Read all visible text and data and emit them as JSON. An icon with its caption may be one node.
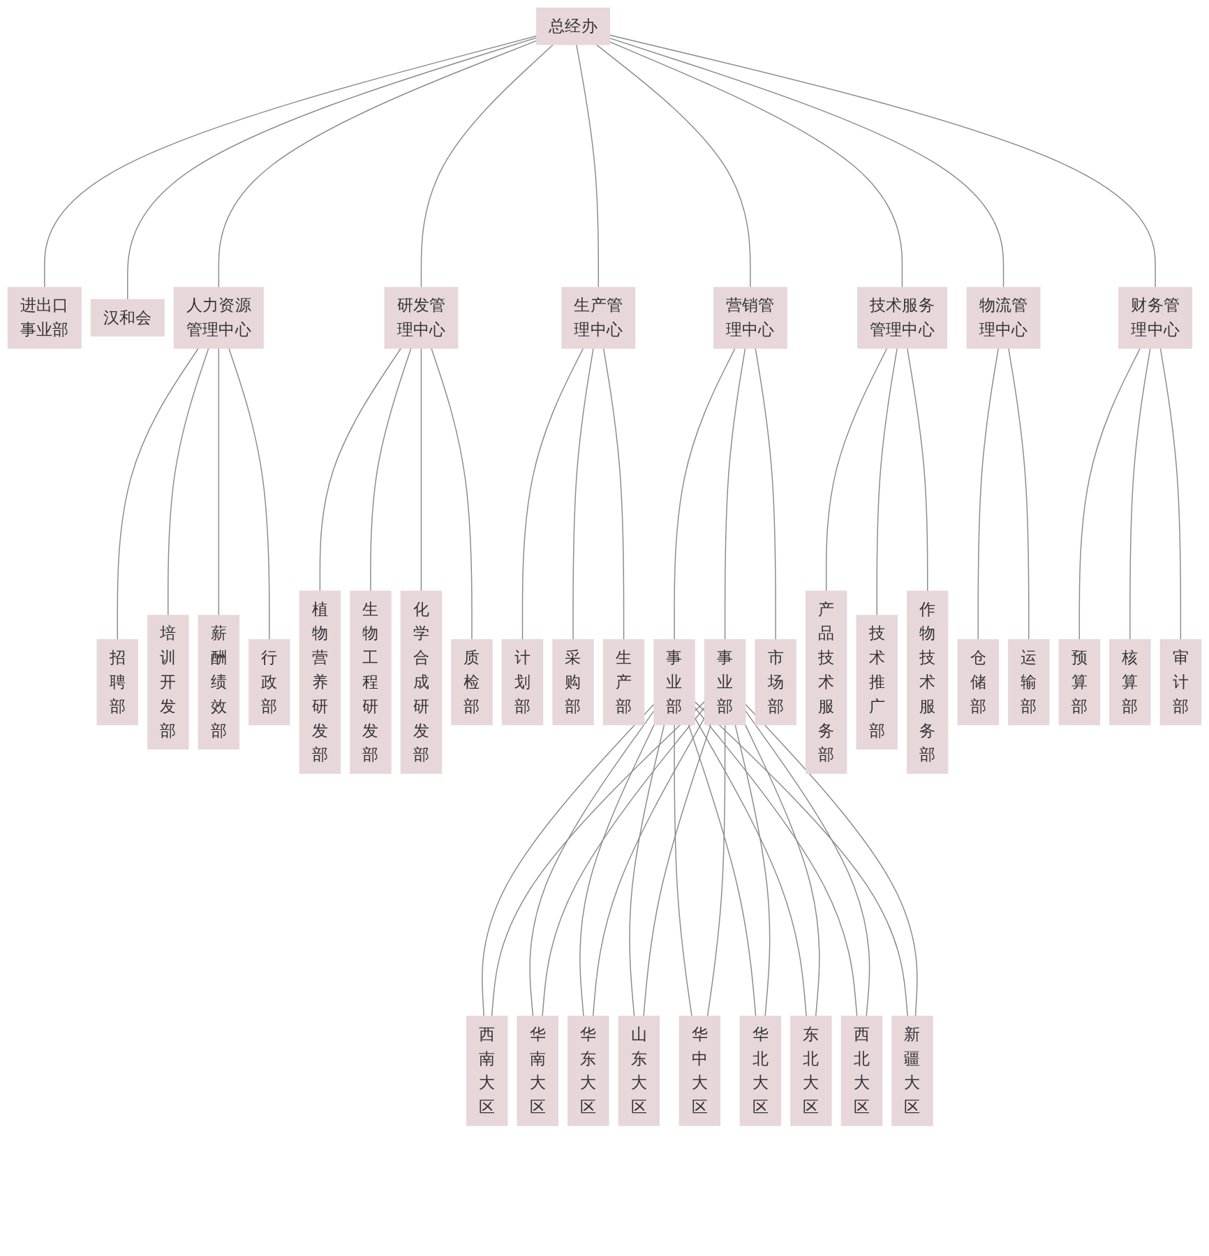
{
  "diagram": {
    "nodes": [
      {
        "text": [
          "总经办"
        ]
      },
      {
        "text": [
          "进出口事业部"
        ]
      },
      {
        "text": [
          "汉和会"
        ]
      },
      {
        "text": [
          "人力资源管理中心"
        ]
      },
      {
        "text": [
          "研发管理中心"
        ]
      },
      {
        "text": [
          "生产管理中心"
        ]
      },
      {
        "text": [
          "营销管理中心"
        ]
      },
      {
        "text": [
          "技术服务管理中心"
        ]
      },
      {
        "text": [
          "物流管理中心"
        ]
      },
      {
        "text": [
          "财务管理中心"
        ]
      },
      {
        "text": [
          "招聘部"
        ]
      },
      {
        "text": [
          "培训开发部"
        ]
      },
      {
        "text": [
          "薪酬绩效部"
        ]
      },
      {
        "text": [
          "行政部"
        ]
      },
      {
        "text": [
          "植物营养研发部"
        ]
      },
      {
        "text": [
          "生物工程研发部"
        ]
      },
      {
        "text": [
          "化学合成研发部"
        ]
      },
      {
        "text": [
          "质检部"
        ]
      },
      {
        "text": [
          "计划部"
        ]
      },
      {
        "text": [
          "采购部"
        ]
      },
      {
        "text": [
          "生产部"
        ]
      },
      {
        "text": [
          "事业部"
        ]
      },
      {
        "text": [
          "事业部"
        ]
      },
      {
        "text": [
          "市场部"
        ]
      },
      {
        "text": [
          "产品技术服务部"
        ]
      },
      {
        "text": [
          "技术推广部"
        ]
      },
      {
        "text": [
          "作物技术服务部"
        ]
      },
      {
        "text": [
          "仓储部"
        ]
      },
      {
        "text": [
          "运输部"
        ]
      },
      {
        "text": [
          "预算部"
        ]
      },
      {
        "text": [
          "核算部"
        ]
      },
      {
        "text": [
          "审计部"
        ]
      },
      {
        "text": [
          "西南大区"
        ]
      },
      {
        "text": [
          "华南大区"
        ]
      },
      {
        "text": [
          "华东大区"
        ]
      },
      {
        "text": [
          "山东大区"
        ]
      },
      {
        "text": [
          "华中大区"
        ]
      },
      {
        "text": [
          "华北大区"
        ]
      },
      {
        "text": [
          "东北大区"
        ]
      },
      {
        "text": [
          "西北大区"
        ]
      },
      {
        "text": [
          "新疆大区"
        ]
      }
    ],
    "edges": [
      {
        "from": 0,
        "to": 1,
        "arrow": "none"
      },
      {
        "from": 0,
        "to": 2,
        "arrow": "none"
      },
      {
        "from": 0,
        "to": 3,
        "arrow": "none"
      },
      {
        "from": 0,
        "to": 4,
        "arrow": "none"
      },
      {
        "from": 0,
        "to": 5,
        "arrow": "none"
      },
      {
        "from": 0,
        "to": 6,
        "arrow": "none"
      },
      {
        "from": 0,
        "to": 7,
        "arrow": "none"
      },
      {
        "from": 0,
        "to": 8,
        "arrow": "none"
      },
      {
        "from": 0,
        "to": 9,
        "arrow": "none"
      },
      {
        "from": 3,
        "to": 10,
        "arrow": "none"
      },
      {
        "from": 3,
        "to": 11,
        "arrow": "none"
      },
      {
        "from": 3,
        "to": 12,
        "arrow": "none"
      },
      {
        "from": 3,
        "to": 13,
        "arrow": "none"
      },
      {
        "from": 4,
        "to": 14,
        "arrow": "none"
      },
      {
        "from": 4,
        "to": 15,
        "arrow": "none"
      },
      {
        "from": 4,
        "to": 16,
        "arrow": "none"
      },
      {
        "from": 4,
        "to": 17,
        "arrow": "none"
      },
      {
        "from": 5,
        "to": 18,
        "arrow": "none"
      },
      {
        "from": 5,
        "to": 19,
        "arrow": "none"
      },
      {
        "from": 5,
        "to": 20,
        "arrow": "none"
      },
      {
        "from": 6,
        "to": 21,
        "arrow": "none"
      },
      {
        "from": 6,
        "to": 22,
        "arrow": "none"
      },
      {
        "from": 6,
        "to": 23,
        "arrow": "none"
      },
      {
        "from": 7,
        "to": 24,
        "arrow": "none"
      },
      {
        "from": 7,
        "to": 25,
        "arrow": "none"
      },
      {
        "from": 7,
        "to": 26,
        "arrow": "none"
      },
      {
        "from": 8,
        "to": 27,
        "arrow": "none"
      },
      {
        "from": 8,
        "to": 28,
        "arrow": "none"
      },
      {
        "from": 9,
        "to": 29,
        "arrow": "none"
      },
      {
        "from": 9,
        "to": 30,
        "arrow": "none"
      },
      {
        "from": 9,
        "to": 31,
        "arrow": "none"
      },
      {
        "from": 21,
        "to": 32,
        "arrow": "none"
      },
      {
        "from": 21,
        "to": 33,
        "arrow": "none"
      },
      {
        "from": 21,
        "to": 34,
        "arrow": "none"
      },
      {
        "from": 21,
        "to": 35,
        "arrow": "none"
      },
      {
        "from": 21,
        "to": 36,
        "arrow": "none"
      },
      {
        "from": 21,
        "to": 37,
        "arrow": "none"
      },
      {
        "from": 21,
        "to": 38,
        "arrow": "none"
      },
      {
        "from": 21,
        "to": 39,
        "arrow": "none"
      },
      {
        "from": 21,
        "to": 40,
        "arrow": "none"
      },
      {
        "from": 22,
        "to": 32,
        "arrow": "none"
      },
      {
        "from": 22,
        "to": 33,
        "arrow": "none"
      },
      {
        "from": 22,
        "to": 34,
        "arrow": "none"
      },
      {
        "from": 22,
        "to": 35,
        "arrow": "none"
      },
      {
        "from": 22,
        "to": 36,
        "arrow": "none"
      },
      {
        "from": 22,
        "to": 37,
        "arrow": "none"
      },
      {
        "from": 22,
        "to": 38,
        "arrow": "none"
      },
      {
        "from": 22,
        "to": 39,
        "arrow": "none"
      },
      {
        "from": 22,
        "to": 40,
        "arrow": "none"
      }
    ]
  }
}
